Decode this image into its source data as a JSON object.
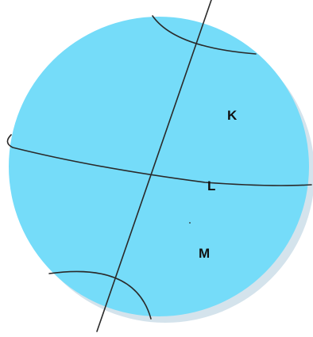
{
  "labels": {
    "k": "K",
    "l": "L",
    "m": "M"
  },
  "colors": {
    "sphere_fill": "#75DCF9",
    "shadow": "#D4E3EC",
    "lines": "#2a2a2a",
    "background": "#ffffff"
  }
}
